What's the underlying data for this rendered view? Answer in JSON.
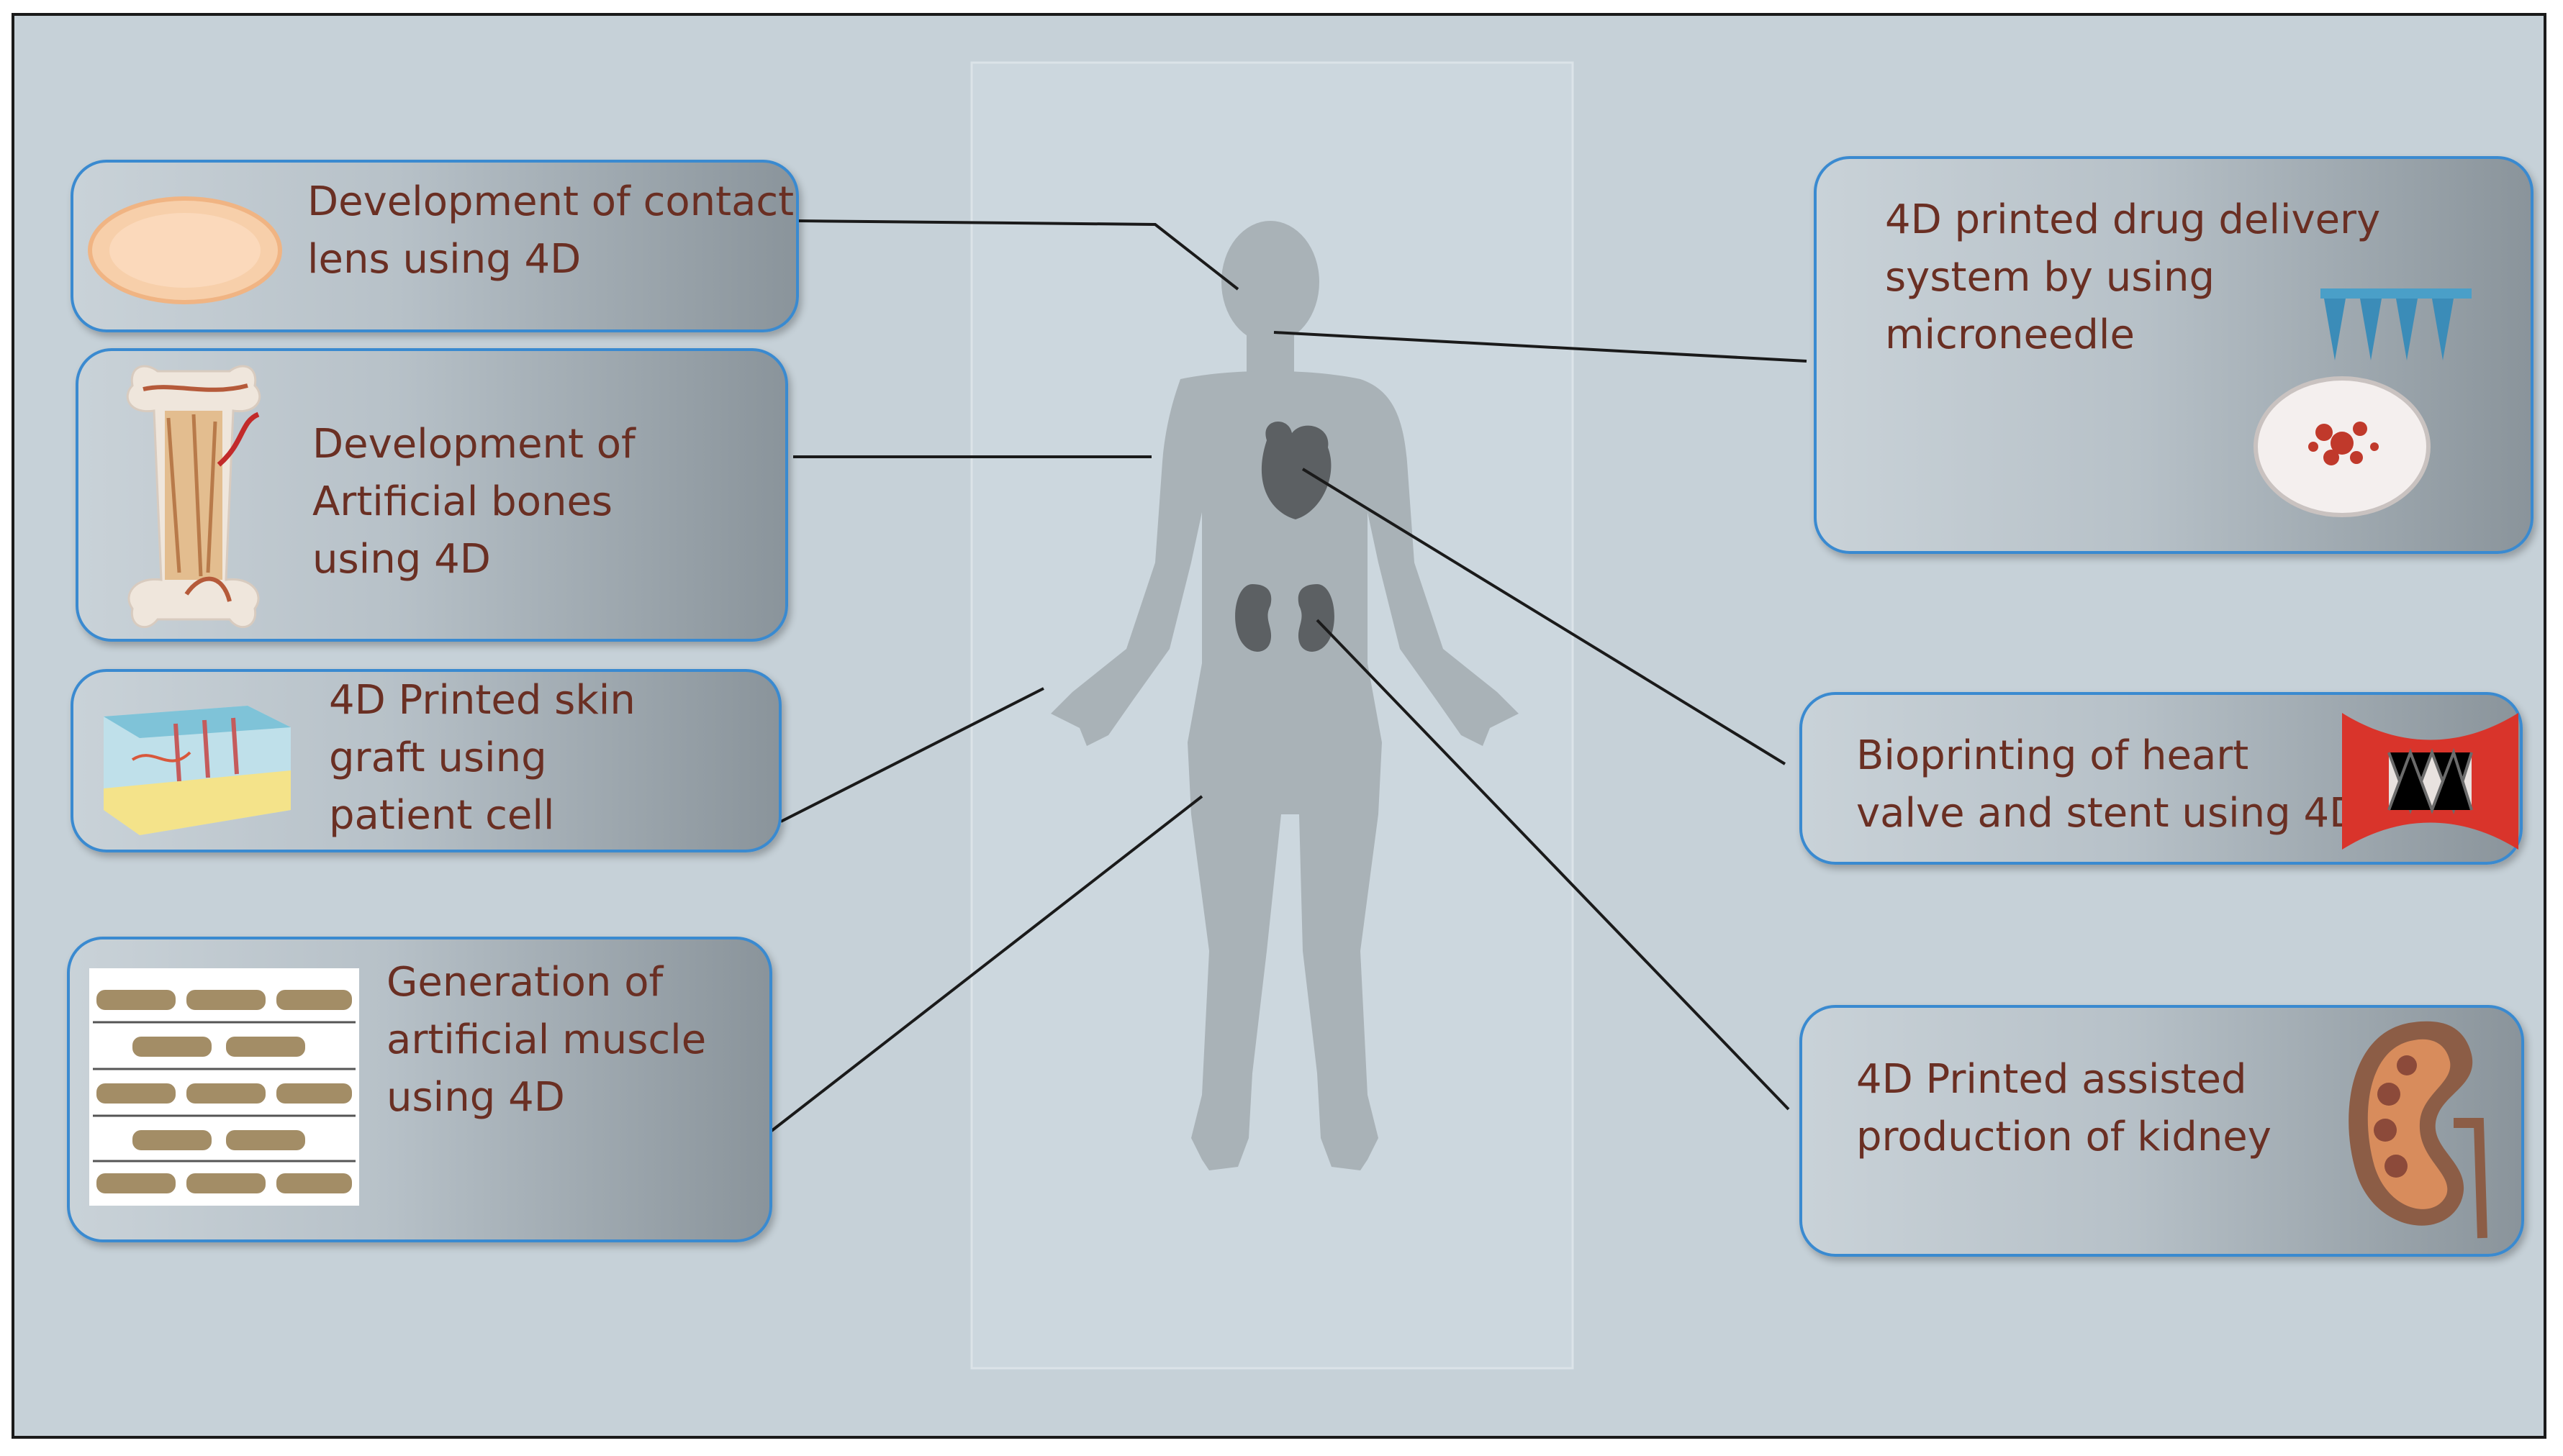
{
  "colors": {
    "background": "#c6d1d8",
    "box_border": "#3a8ad0",
    "text": "#6a2f23",
    "connector": "#1a1a1a",
    "body_silhouette": "#a9b2b7",
    "organ": "#5c6063"
  },
  "applications": [
    {
      "key": "contact_lens",
      "icon": "contact-lens-icon",
      "text": "Development of contact\nlens using 4D"
    },
    {
      "key": "artificial_bones",
      "icon": "bone-icon",
      "text": "Development of\nArtificial bones\nusing 4D"
    },
    {
      "key": "skin_graft",
      "icon": "skin-layers-icon",
      "text": "4D Printed skin\ngraft using\npatient cell"
    },
    {
      "key": "artificial_muscle",
      "icon": "muscle-fiber-icon",
      "text": "Generation of\nartificial muscle\nusing 4D"
    },
    {
      "key": "drug_delivery",
      "icon": "microneedle-icon",
      "text": "4D printed drug delivery\nsystem by using\nmicroneedle"
    },
    {
      "key": "heart_valve_stent",
      "icon": "stent-icon",
      "text": "Bioprinting of heart\nvalve and stent using 4D"
    },
    {
      "key": "kidney",
      "icon": "kidney-icon",
      "text": "4D Printed assisted\nproduction of kidney"
    }
  ]
}
